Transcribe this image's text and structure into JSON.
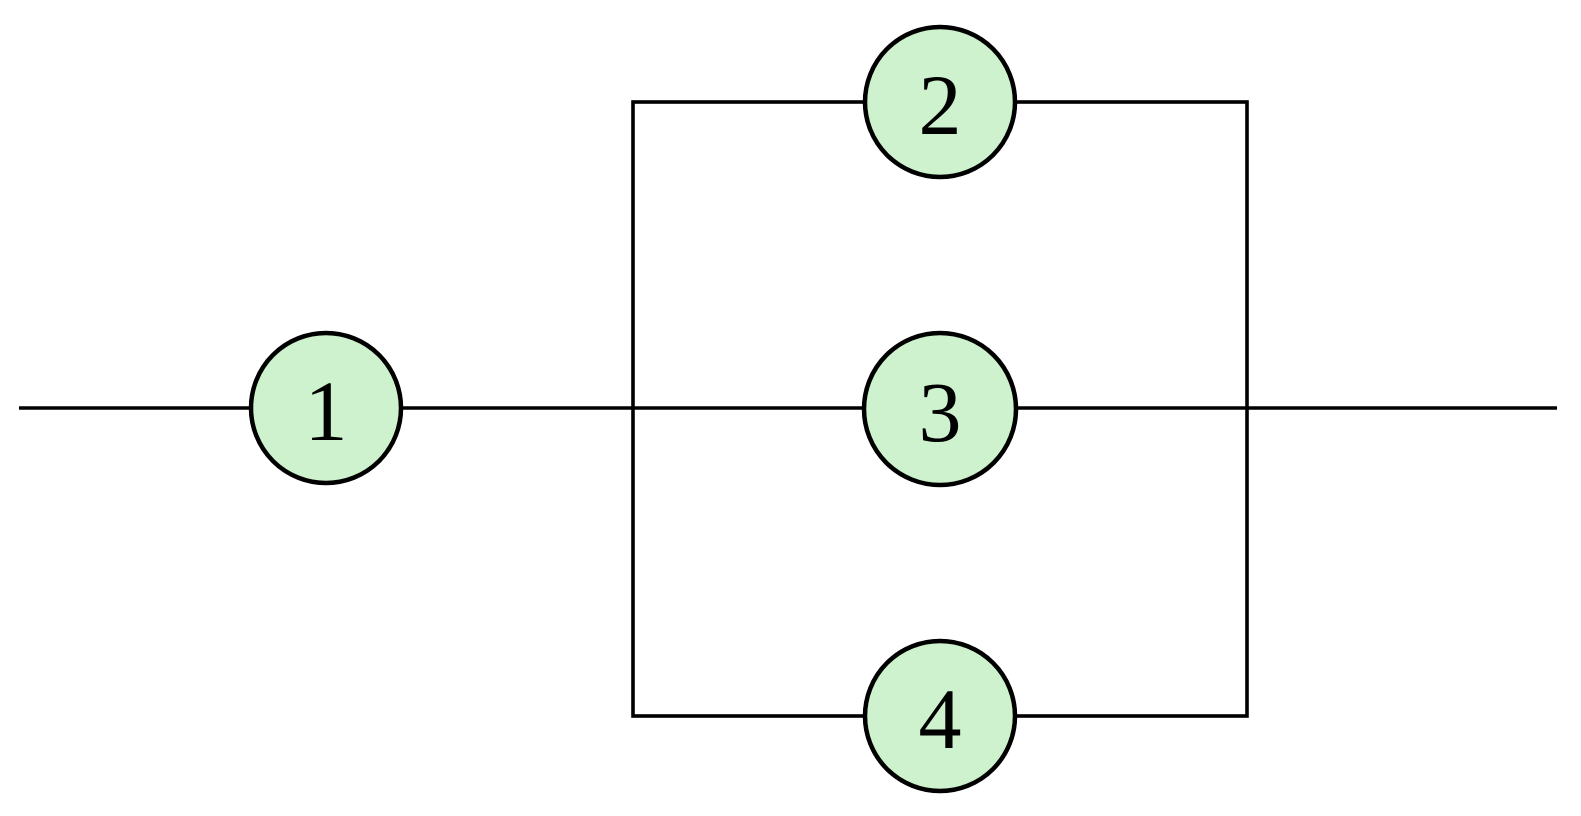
{
  "diagram": {
    "nodes": [
      {
        "label": "1"
      },
      {
        "label": "2"
      },
      {
        "label": "3"
      },
      {
        "label": "4"
      }
    ],
    "colors": {
      "node_fill": "#cdf2cd",
      "line_stroke": "#000000",
      "background": "#ffffff"
    }
  }
}
